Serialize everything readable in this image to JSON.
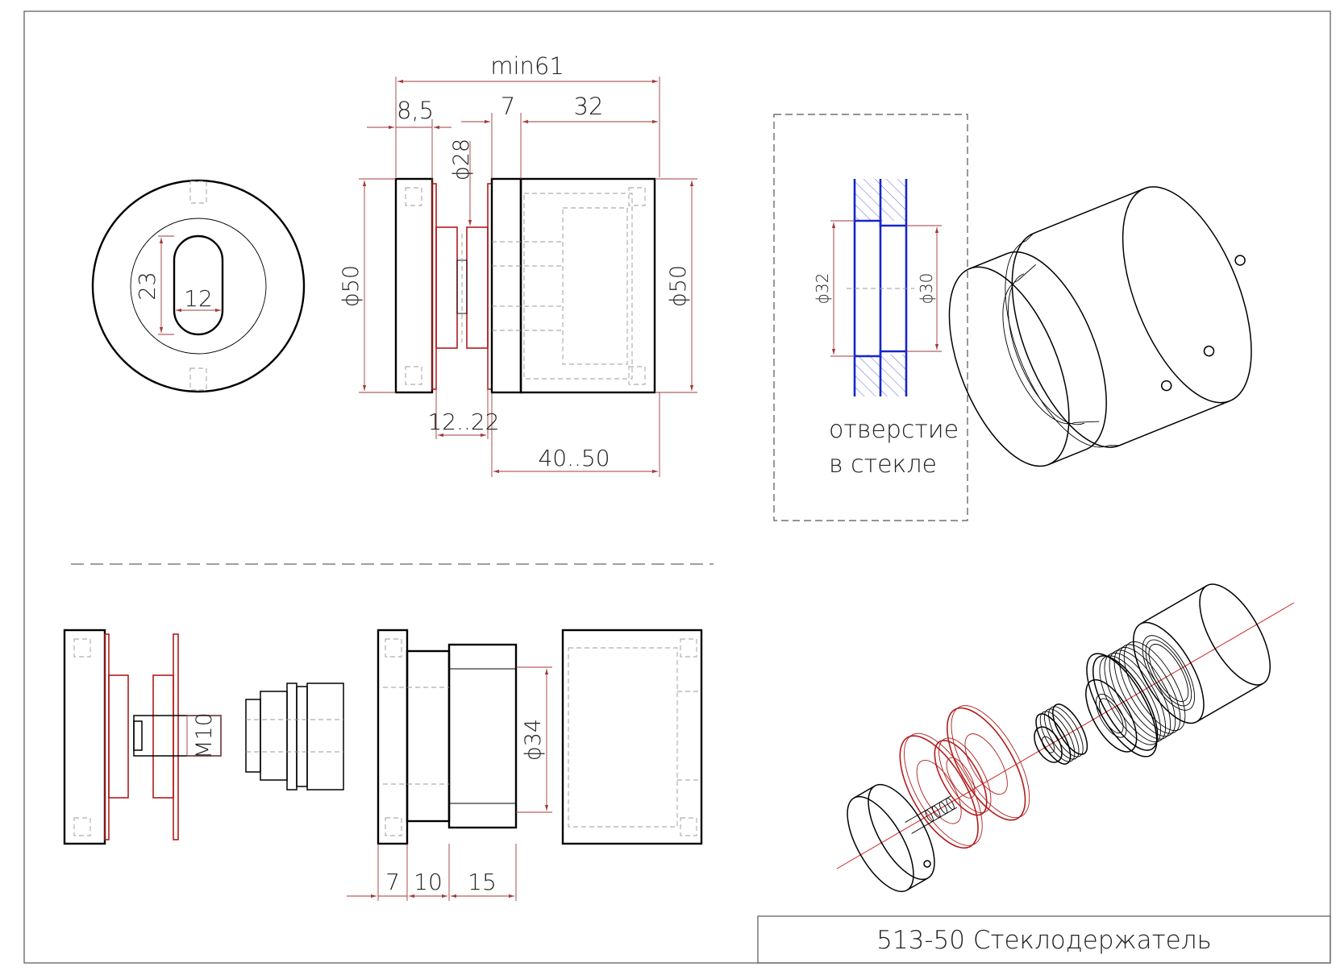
{
  "title_block": {
    "text": "513-50 Стеклодержатель"
  },
  "note": {
    "line1": "отверстие",
    "line2": "в стекле"
  },
  "dimensions": {
    "min61": "min61",
    "d8_5": "8,5",
    "d7_top": "7",
    "d32": "32",
    "phi28": "ϕ28",
    "phi50_left": "ϕ50",
    "phi50_right": "ϕ50",
    "range12_22": "12..22",
    "range40_50": "40..50",
    "d23": "23",
    "d12": "12",
    "phi32": "ϕ32",
    "phi30": "ϕ30",
    "m10": "M10",
    "phi34": "ϕ34",
    "d7_bottom": "7",
    "d10": "10",
    "d15": "15"
  },
  "colors": {
    "outline": "#000000",
    "glass_parts": "#b11c1c",
    "dimension": "#a33a3a",
    "glass_hole": "#1726c9"
  }
}
